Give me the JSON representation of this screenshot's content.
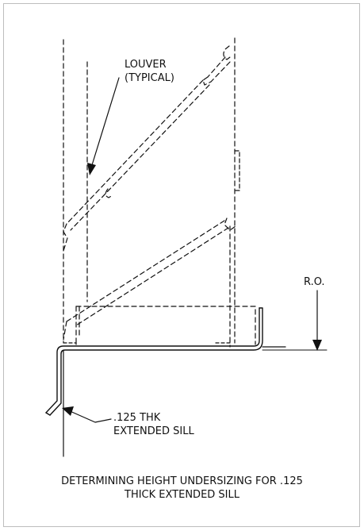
{
  "labels": {
    "louver_line1": "LOUVER",
    "louver_line2": "(TYPICAL)",
    "ro": "R.O.",
    "sill_line1": ".125 THK",
    "sill_line2": "EXTENDED SILL"
  },
  "caption": {
    "line1": "DETERMINING HEIGHT UNDERSIZING FOR .125",
    "line2": "THICK EXTENDED SILL"
  },
  "colors": {
    "line": "#111111",
    "frame_border": "#bdbdbd",
    "background": "#ffffff"
  }
}
